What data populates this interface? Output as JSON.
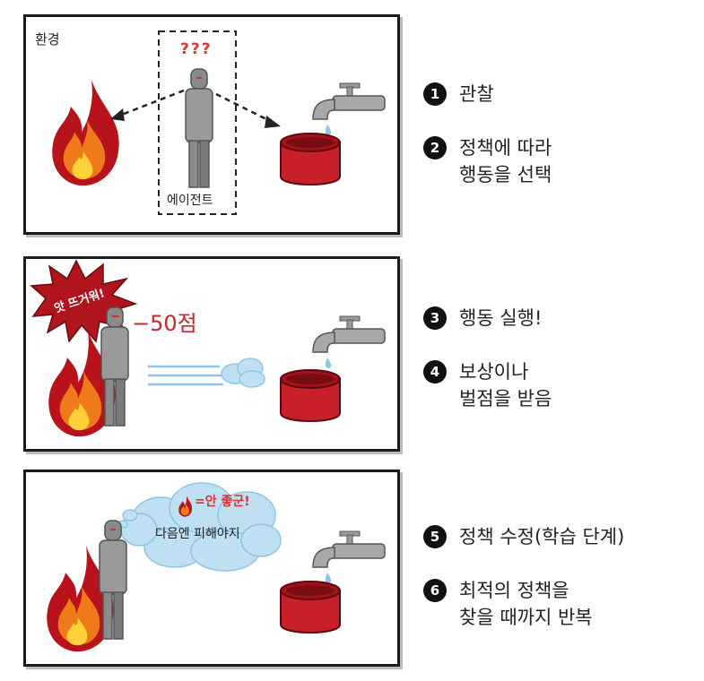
{
  "panel1": {
    "env_label": "환경",
    "question_marks": "???",
    "agent_label": "에이전트"
  },
  "panel2": {
    "ouch_text": "앗 뜨거워!",
    "penalty_text": "−50점"
  },
  "panel3": {
    "bubble_top": "=안 좋군!",
    "bubble_text": "다음엔 피해야지"
  },
  "steps": [
    {
      "num": "1",
      "text": "관찰"
    },
    {
      "num": "2",
      "text": "정책에 따라\n행동을 선택"
    },
    {
      "num": "3",
      "text": "행동 실행!"
    },
    {
      "num": "4",
      "text": "보상이나\n벌점을 받음"
    },
    {
      "num": "5",
      "text": "정책 수정(학습 단계)"
    },
    {
      "num": "6",
      "text": "최적의 정책을\n찾을 때까지 반복"
    }
  ],
  "colors": {
    "fire_outer": "#b8121b",
    "fire_mid": "#f07a1a",
    "fire_inner": "#ffd23a",
    "bucket": "#c8202a",
    "agent": "#8a8a8a",
    "water": "#8ec6e8"
  }
}
